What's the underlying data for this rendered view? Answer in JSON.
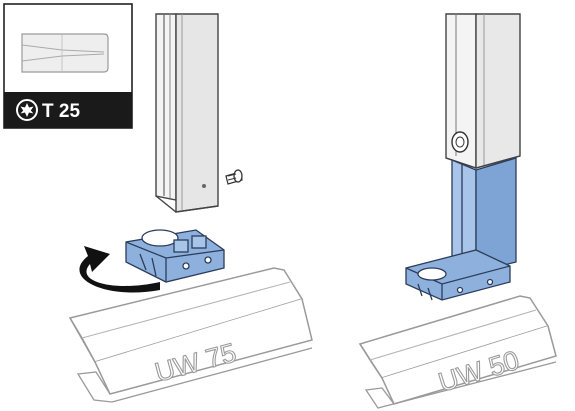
{
  "tool_inset": {
    "bit_label": "T 25",
    "bit_icon": "torx-star-icon"
  },
  "left_rail": {
    "label": "UW 75"
  },
  "right_rail": {
    "label": "UW 50"
  },
  "rotation_arrow": {
    "icon": "curved-arrow-icon"
  },
  "colors": {
    "bracket_blue": "#8eb0dc",
    "bracket_stroke": "#2b3d5c",
    "line_gray": "#9a9a9a",
    "profile_fill": "#eeeeee",
    "inset_bar": "#1a1a1a"
  }
}
